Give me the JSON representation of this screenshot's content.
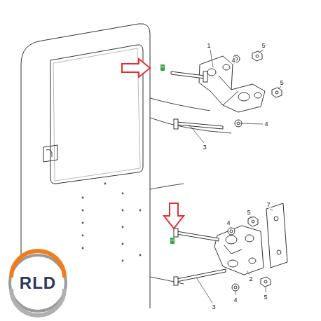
{
  "diagram": {
    "labels": [
      "1",
      "4",
      "5",
      "5",
      "3",
      "4",
      "4",
      "5",
      "7",
      "2",
      "3",
      "4",
      "5",
      "RLD"
    ]
  }
}
